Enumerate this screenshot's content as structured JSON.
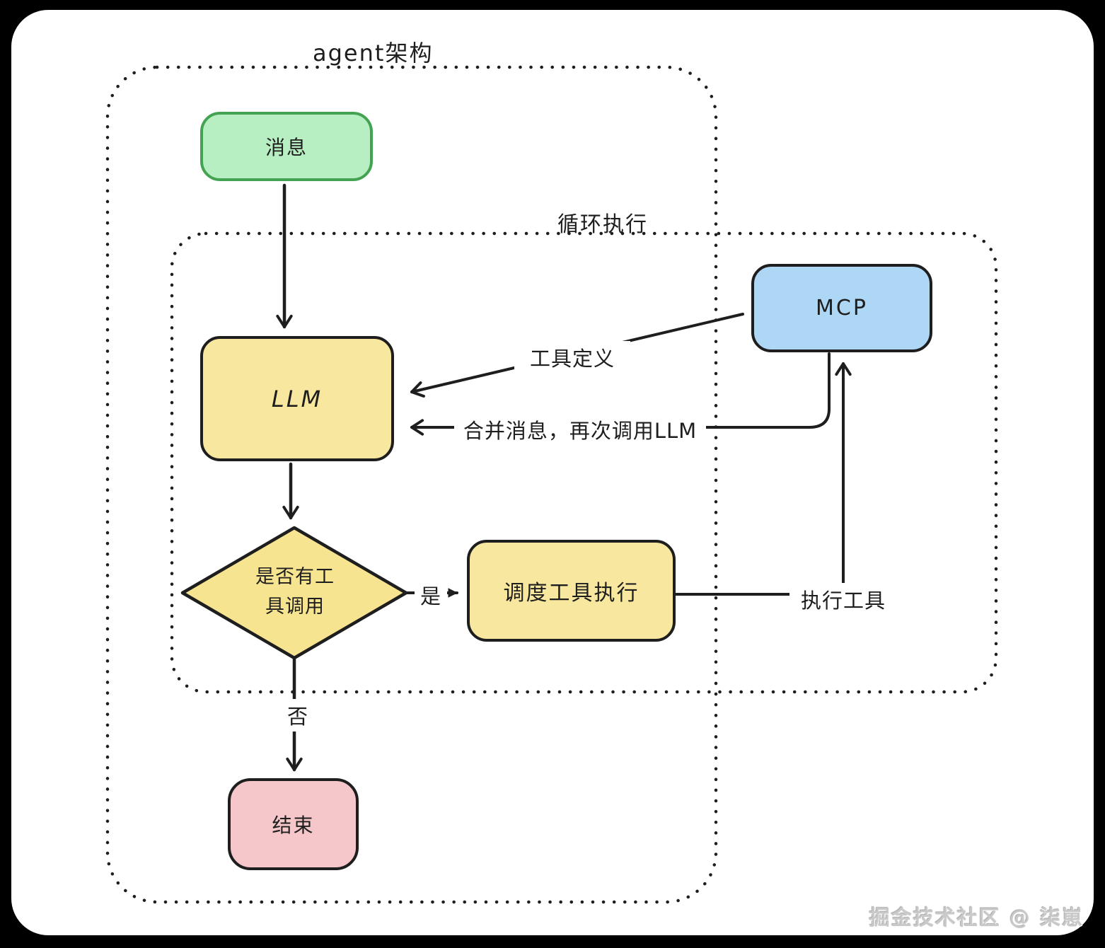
{
  "diagram": {
    "outer_container_label": "agent架构",
    "inner_container_label": "循环执行",
    "nodes": {
      "message": "消息",
      "llm": "LLM",
      "mcp": "MCP",
      "decision": "是否有工具调用",
      "dispatch": "调度工具执行",
      "end": "结束"
    },
    "edge_labels": {
      "tool_definition": "工具定义",
      "merge_messages": "合并消息，再次调用LLM",
      "execute_tool": "执行工具",
      "yes": "是",
      "no": "否"
    },
    "colors": {
      "message_fill": "#b8efc2",
      "message_stroke": "#44a353",
      "llm_fill": "#f8e79e",
      "mcp_fill": "#aed7f5",
      "dispatch_fill": "#f8e79e",
      "decision_fill": "#f7e491",
      "end_fill": "#f5c7ca",
      "node_stroke": "#1e1e1e",
      "line_color": "#1e1e1e",
      "canvas_bg": "#ffffff",
      "page_bg": "#000000"
    }
  },
  "watermark": "掘金技术社区 @ 柒崽"
}
